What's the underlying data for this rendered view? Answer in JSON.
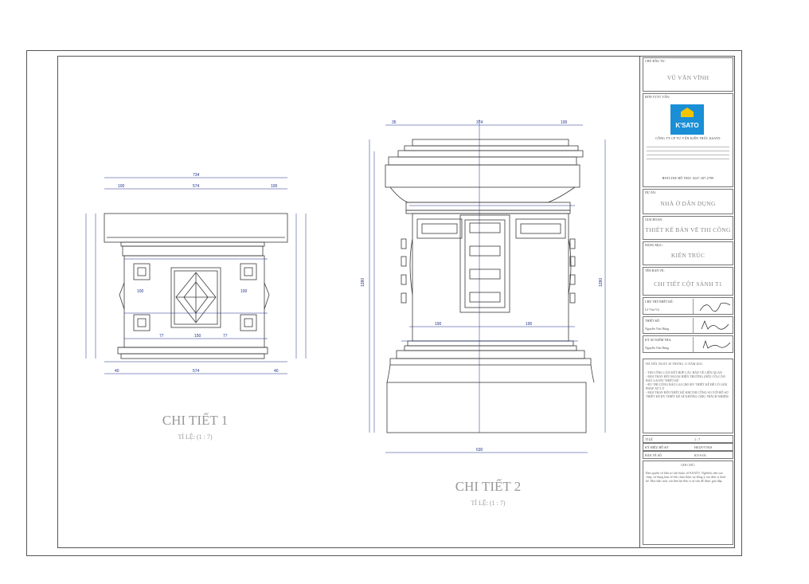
{
  "details": [
    {
      "title": "CHI TIẾT 1",
      "scale": "TỈ LỆ: (1 : 7)"
    },
    {
      "title": "CHI TIẾT 2",
      "scale": "TỈ LỆ: (1 : 7)"
    }
  ],
  "title_block": {
    "owner_label": "CHỦ ĐẦU TƯ:",
    "owner": "VŨ VĂN VĨNH",
    "design_unit_label": "ĐƠN VỊ TƯ VẤN:",
    "company_logo_text": "K'SATO",
    "company_name": "CÔNG TY CP TƯ VẤN KIẾN TRÚC KSATO",
    "hotline": "HOTLINE HỖ TRỢ: 0247.307.4789",
    "project_label": "DỰ ÁN:",
    "project": "NHÀ Ở DÂN DỤNG",
    "phase_label": "GIAI ĐOẠN:",
    "phase": "THIẾT KẾ BẢN VẼ THI CÔNG",
    "category_label": "HẠNG MỤC:",
    "category": "KIẾN TRÚC",
    "drawing_name_label": "TÊN BẢN VẼ:",
    "drawing_name": "CHI TIẾT CỘT SẢNH T1",
    "signatures": [
      {
        "role": "CHỦ TRÌ THIẾT KẾ:",
        "name": "Lê Văn Vũ"
      },
      {
        "role": "THIẾT KẾ:",
        "name": "Nguyễn Văn Hùng"
      },
      {
        "role": "KỸ SƯ KIỂM TRA:",
        "name": "Nguyễn Văn Hùng"
      }
    ],
    "date": "HÀ NỘI, NGÀY 20 THÁNG 11 NĂM 2021",
    "notes": [
      "- THI CÔNG CĂN KẾT HỢP CÁC BẢN VẼ LIÊN QUAN",
      "- MỌI THAY ĐỔI NGOÀI HIỆN TRƯỜNG (NẾU CÓ) CẦN BÁO LẠI ĐV THIẾT KẾ",
      "- ĐV THI CÔNG BÁO LẠI CHO ĐV THIẾT KẾ ĐỂ CÓ GIẢI PHÁP XỬ LÝ",
      "- MỌI THAY ĐỔI THIẾT KẾ KHI THI CÔNG SO VỚI HỒ SƠ THIẾT KẾ ĐV THIẾT KẾ SẼ KHÔNG CHỊU TRÁCH NHIỆM"
    ],
    "scale_label": "TỈ LỆ",
    "scale_value": "1 : 7",
    "drawing_no_label": "KÝ HIỆU HỒ SƠ",
    "drawing_no": "HS.DVVTKS",
    "sheet_label": "BẢN VẼ SỐ",
    "sheet_value": "KT-A-03",
    "remarks_label": "GHI CHÚ:",
    "remarks": "Bản quyền sở hữu trí tuệ thuộc về KSATO. Nghiêm cấm sao chép, sử dụng bản vẽ khi chưa được sự đồng ý của đơn vị thiết kế. Mọi thắc mắc xin liên hệ đơn vị tư vấn để được giải đáp."
  },
  "colors": {
    "line": "#3a3a3a",
    "dim": "#1c2f8a",
    "ink": "#555555",
    "logo_bg": "#1a8fd6"
  }
}
